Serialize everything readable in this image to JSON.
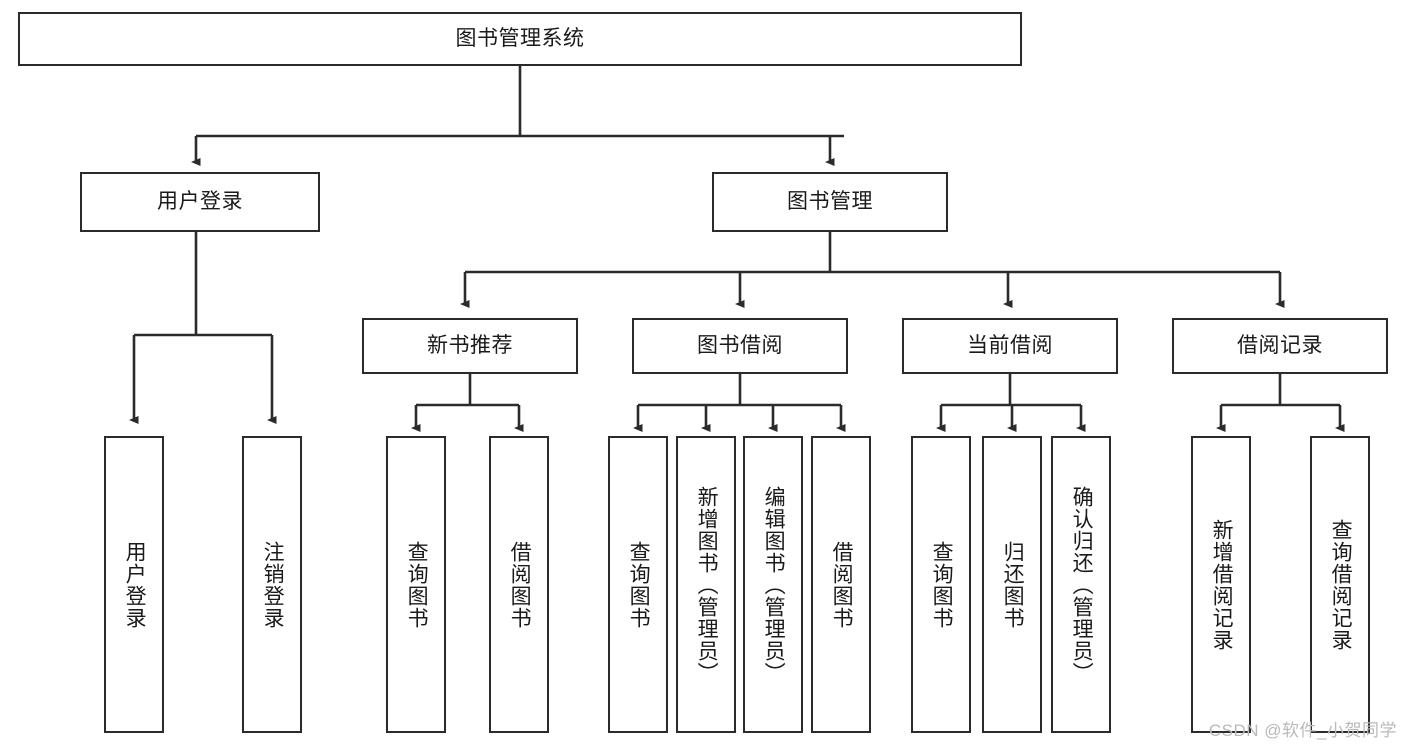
{
  "diagram": {
    "title": "图书管理系统",
    "type": "tree-hierarchy",
    "root": {
      "label": "图书管理系统"
    },
    "level2": [
      {
        "label": "用户登录"
      },
      {
        "label": "图书管理"
      }
    ],
    "level3": [
      {
        "label": "新书推荐"
      },
      {
        "label": "图书借阅"
      },
      {
        "label": "当前借阅"
      },
      {
        "label": "借阅记录"
      }
    ],
    "leaves_user_login": [
      {
        "label": "用户登录"
      },
      {
        "label": "注销登录"
      }
    ],
    "leaves_new_book": [
      {
        "label": "查询图书"
      },
      {
        "label": "借阅图书"
      }
    ],
    "leaves_borrow": [
      {
        "label": "查询图书"
      },
      {
        "label": "新增图书（管理员）"
      },
      {
        "label": "编辑图书（管理员）"
      },
      {
        "label": "借阅图书"
      }
    ],
    "leaves_current": [
      {
        "label": "查询图书"
      },
      {
        "label": "归还图书"
      },
      {
        "label": "确认归还（管理员）"
      }
    ],
    "leaves_records": [
      {
        "label": "新增借阅记录"
      },
      {
        "label": "查询借阅记录"
      }
    ]
  },
  "watermark": {
    "text": "CSDN @软件_小贺同学"
  },
  "colors": {
    "stroke": "#2b2b2b",
    "text": "#1a1a1a",
    "background": "#ffffff",
    "watermark": "#b9b9b9"
  }
}
